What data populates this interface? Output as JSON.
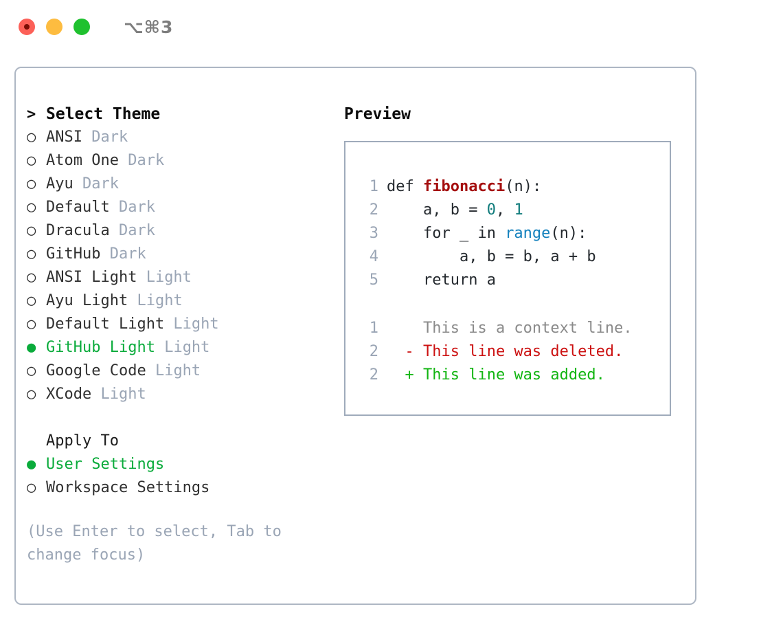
{
  "window": {
    "title_shortcut": "⌥⌘3",
    "traffic_lights": [
      "close",
      "minimize",
      "maximize"
    ]
  },
  "colors": {
    "accent_green": "#0aab3b",
    "muted": "#9aa5b5",
    "text": "#303030",
    "border": "#aeb7c4",
    "preview_border": "#9fabbb",
    "fn_red": "#a50f0f",
    "num_teal": "#0f7b7b",
    "builtin_blue": "#1481bd",
    "diff_add": "#11b511",
    "diff_del": "#cc1111",
    "diff_ctx": "#8a8a8a"
  },
  "theme_panel": {
    "header_marker": ">",
    "header_label": "Select Theme",
    "marker_unselected": "○",
    "marker_selected": "●",
    "items": [
      {
        "name": "ANSI",
        "kind": "Dark",
        "selected": false
      },
      {
        "name": "Atom One",
        "kind": "Dark",
        "selected": false
      },
      {
        "name": "Ayu",
        "kind": "Dark",
        "selected": false
      },
      {
        "name": "Default",
        "kind": "Dark",
        "selected": false
      },
      {
        "name": "Dracula",
        "kind": "Dark",
        "selected": false
      },
      {
        "name": "GitHub",
        "kind": "Dark",
        "selected": false
      },
      {
        "name": "ANSI Light",
        "kind": "Light",
        "selected": false
      },
      {
        "name": "Ayu Light",
        "kind": "Light",
        "selected": false
      },
      {
        "name": "Default Light",
        "kind": "Light",
        "selected": false
      },
      {
        "name": "GitHub Light",
        "kind": "Light",
        "selected": true
      },
      {
        "name": "Google Code",
        "kind": "Light",
        "selected": false
      },
      {
        "name": "XCode",
        "kind": "Light",
        "selected": false
      }
    ]
  },
  "apply_to": {
    "title": "Apply To",
    "options": [
      {
        "label": "User Settings",
        "selected": true
      },
      {
        "label": "Workspace Settings",
        "selected": false
      }
    ]
  },
  "help": {
    "text": "(Use Enter to select, Tab to change focus)"
  },
  "preview": {
    "heading": "Preview",
    "code_lines": [
      {
        "no": "1",
        "tokens": [
          {
            "t": "def ",
            "c": "code-default"
          },
          {
            "t": "fibonacci",
            "c": "tok-fn"
          },
          {
            "t": "(n):",
            "c": "code-default"
          }
        ]
      },
      {
        "no": "2",
        "tokens": [
          {
            "t": "    a, b = ",
            "c": "code-default"
          },
          {
            "t": "0",
            "c": "tok-num"
          },
          {
            "t": ", ",
            "c": "code-default"
          },
          {
            "t": "1",
            "c": "tok-num"
          }
        ]
      },
      {
        "no": "3",
        "tokens": [
          {
            "t": "    for _ in ",
            "c": "code-default"
          },
          {
            "t": "range",
            "c": "tok-builtin"
          },
          {
            "t": "(n):",
            "c": "code-default"
          }
        ]
      },
      {
        "no": "4",
        "tokens": [
          {
            "t": "        a, b = b, a + b",
            "c": "code-default"
          }
        ]
      },
      {
        "no": "5",
        "tokens": [
          {
            "t": "    return a",
            "c": "code-default"
          }
        ]
      }
    ],
    "diff_lines": [
      {
        "no": "1",
        "sign": " ",
        "text": "This is a context line.",
        "cls": "diff-ctx"
      },
      {
        "no": "2",
        "sign": "-",
        "text": "This line was deleted.",
        "cls": "diff-del"
      },
      {
        "no": "2",
        "sign": "+",
        "text": "This line was added.",
        "cls": "diff-add"
      }
    ]
  }
}
